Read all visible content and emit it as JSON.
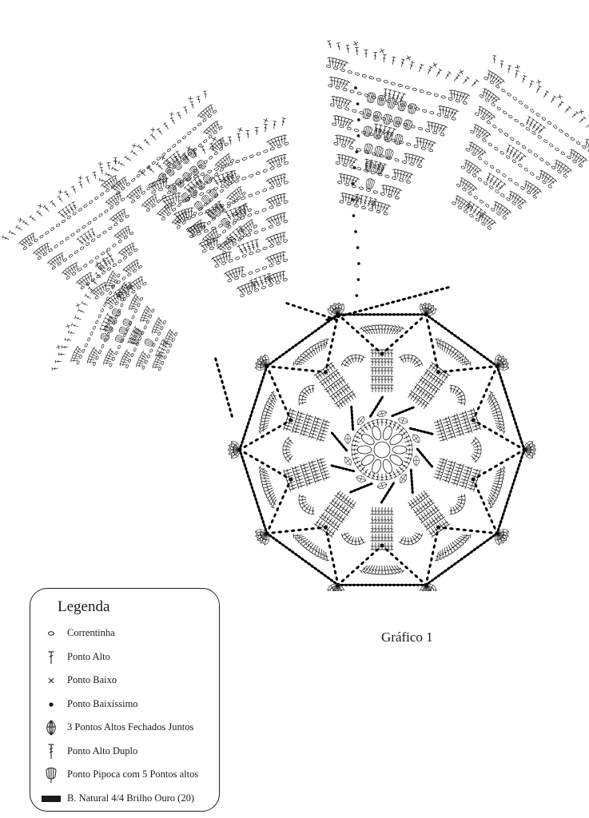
{
  "chart_caption": "Gráfico 1",
  "legend": {
    "title": "Legenda",
    "items": [
      {
        "symbol": "chain-oval-icon",
        "label": "Correntinha"
      },
      {
        "symbol": "double-crochet-icon",
        "label": "Ponto Alto"
      },
      {
        "symbol": "single-crochet-x-icon",
        "label": "Ponto Baixo"
      },
      {
        "symbol": "slip-stitch-dot-icon",
        "label": "Ponto Baixíssimo"
      },
      {
        "symbol": "cluster-3-icon",
        "label": "3 Pontos Altos Fechados Juntos"
      },
      {
        "symbol": "treble-crochet-icon",
        "label": "Ponto Alto Duplo"
      },
      {
        "symbol": "popcorn-5-icon",
        "label": "Ponto Pipoca com 5 Pontos altos"
      },
      {
        "symbol": "color-swatch-icon",
        "label": "B. Natural 4/4 Brilho Ouro (20)"
      }
    ]
  },
  "colors": {
    "ink": "#1a1a1a",
    "background": "#ffffff"
  }
}
